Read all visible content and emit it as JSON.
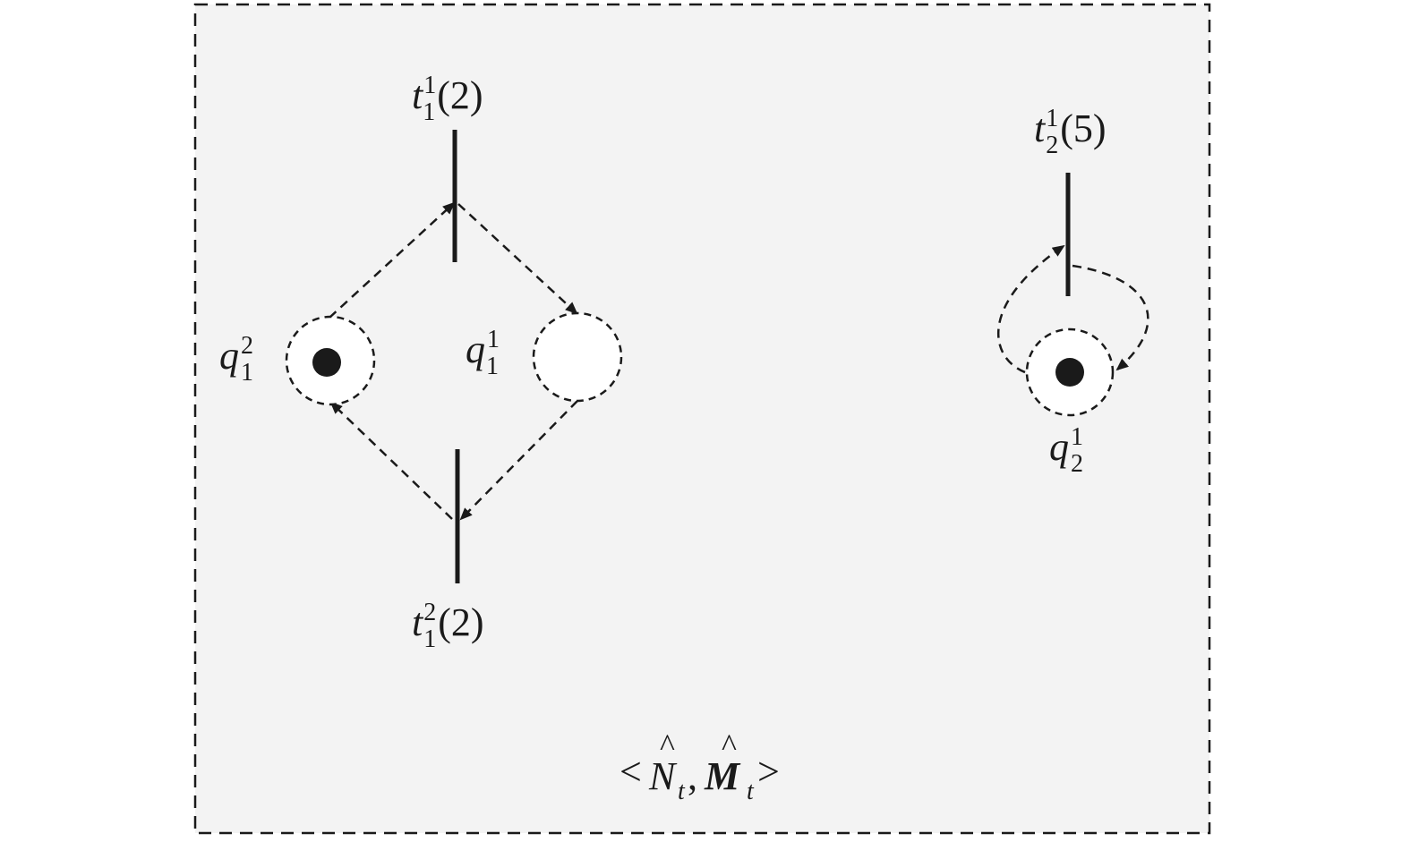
{
  "colors": {
    "panel_fill": "#f3f3f3",
    "ink": "#1a1a1a",
    "place_fill": "#ffffff"
  },
  "places": {
    "q1_2": {
      "base": "q",
      "sub": "1",
      "sup": "2",
      "tokens": 1
    },
    "q1_1": {
      "base": "q",
      "sub": "1",
      "sup": "1",
      "tokens": 0
    },
    "q2_1": {
      "base": "q",
      "sub": "2",
      "sup": "1",
      "tokens": 1
    }
  },
  "transitions": {
    "t1_1": {
      "base": "t",
      "sub": "1",
      "sup": "1",
      "arg": "(2)"
    },
    "t1_2": {
      "base": "t",
      "sub": "1",
      "sup": "2",
      "arg": "(2)"
    },
    "t2_1": {
      "base": "t",
      "sub": "2",
      "sup": "1",
      "arg": "(5)"
    }
  },
  "net_label": {
    "open": "<",
    "n_hat": "^",
    "n_base": "N",
    "n_sub": "t",
    "sep": ",",
    "m_hat": "^",
    "m_base": "M",
    "m_sub": "t",
    "close": ">"
  }
}
